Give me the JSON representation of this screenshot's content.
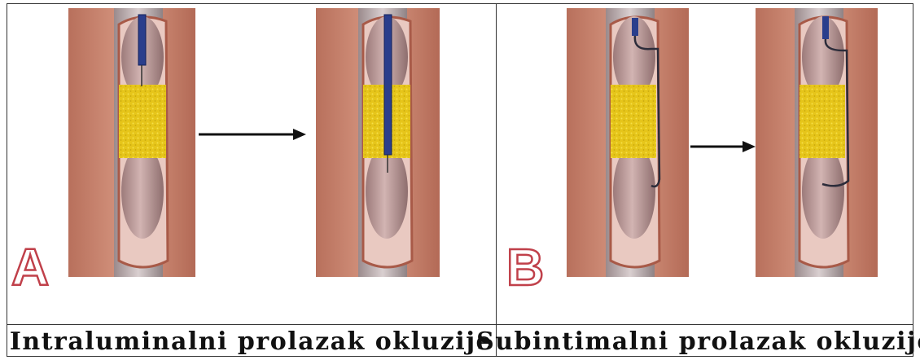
{
  "panels": [
    {
      "id": "A",
      "letter": "A",
      "caption": "Intraluminalni prolazak okluzije"
    },
    {
      "id": "B",
      "letter": "B",
      "caption": "Subintimalni prolazak okluzije"
    }
  ],
  "colors": {
    "vessel_wall": "#c98873",
    "lumen": "#b99795",
    "occlusion": "#e8c818",
    "wire": "#2a3e8c",
    "letter_outline": "#c0404a"
  }
}
